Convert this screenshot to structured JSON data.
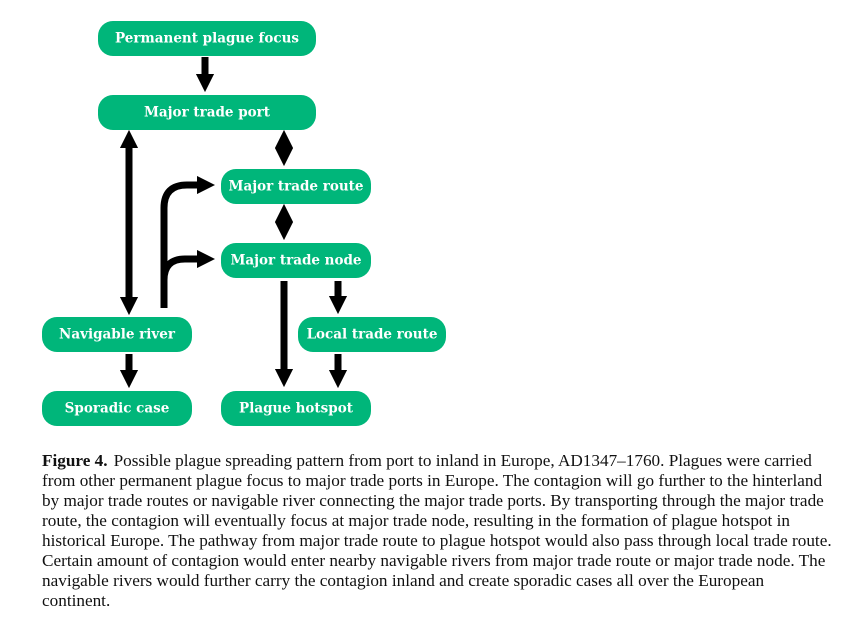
{
  "diagram": {
    "node_color": "#00b67a",
    "arrow_color": "#000000",
    "nodes": {
      "permanent_plague_focus": "Permanent plague focus",
      "major_trade_port": "Major trade port",
      "major_trade_route": "Major trade route",
      "major_trade_node": "Major trade node",
      "navigable_river": "Navigable river",
      "local_trade_route": "Local trade route",
      "sporadic_case": "Sporadic case",
      "plague_hotspot": "Plague hotspot"
    }
  },
  "caption": {
    "label": "Figure 4.",
    "text": "Possible plague spreading pattern from port to inland in Europe, AD1347–1760. Plagues were carried from other permanent plague focus to major trade ports in Europe. The contagion will go further to the hinterland by major trade routes or navigable river connecting the major trade ports. By transporting through the major trade route, the contagion will eventually focus at major trade node, resulting in the formation of plague hotspot in historical Europe. The pathway from major trade route to plague hotspot would also pass through local trade route. Certain amount of contagion would enter nearby navigable rivers from major trade route or major trade node. The navigable rivers would further carry the contagion inland and create sporadic cases all over the European continent."
  }
}
